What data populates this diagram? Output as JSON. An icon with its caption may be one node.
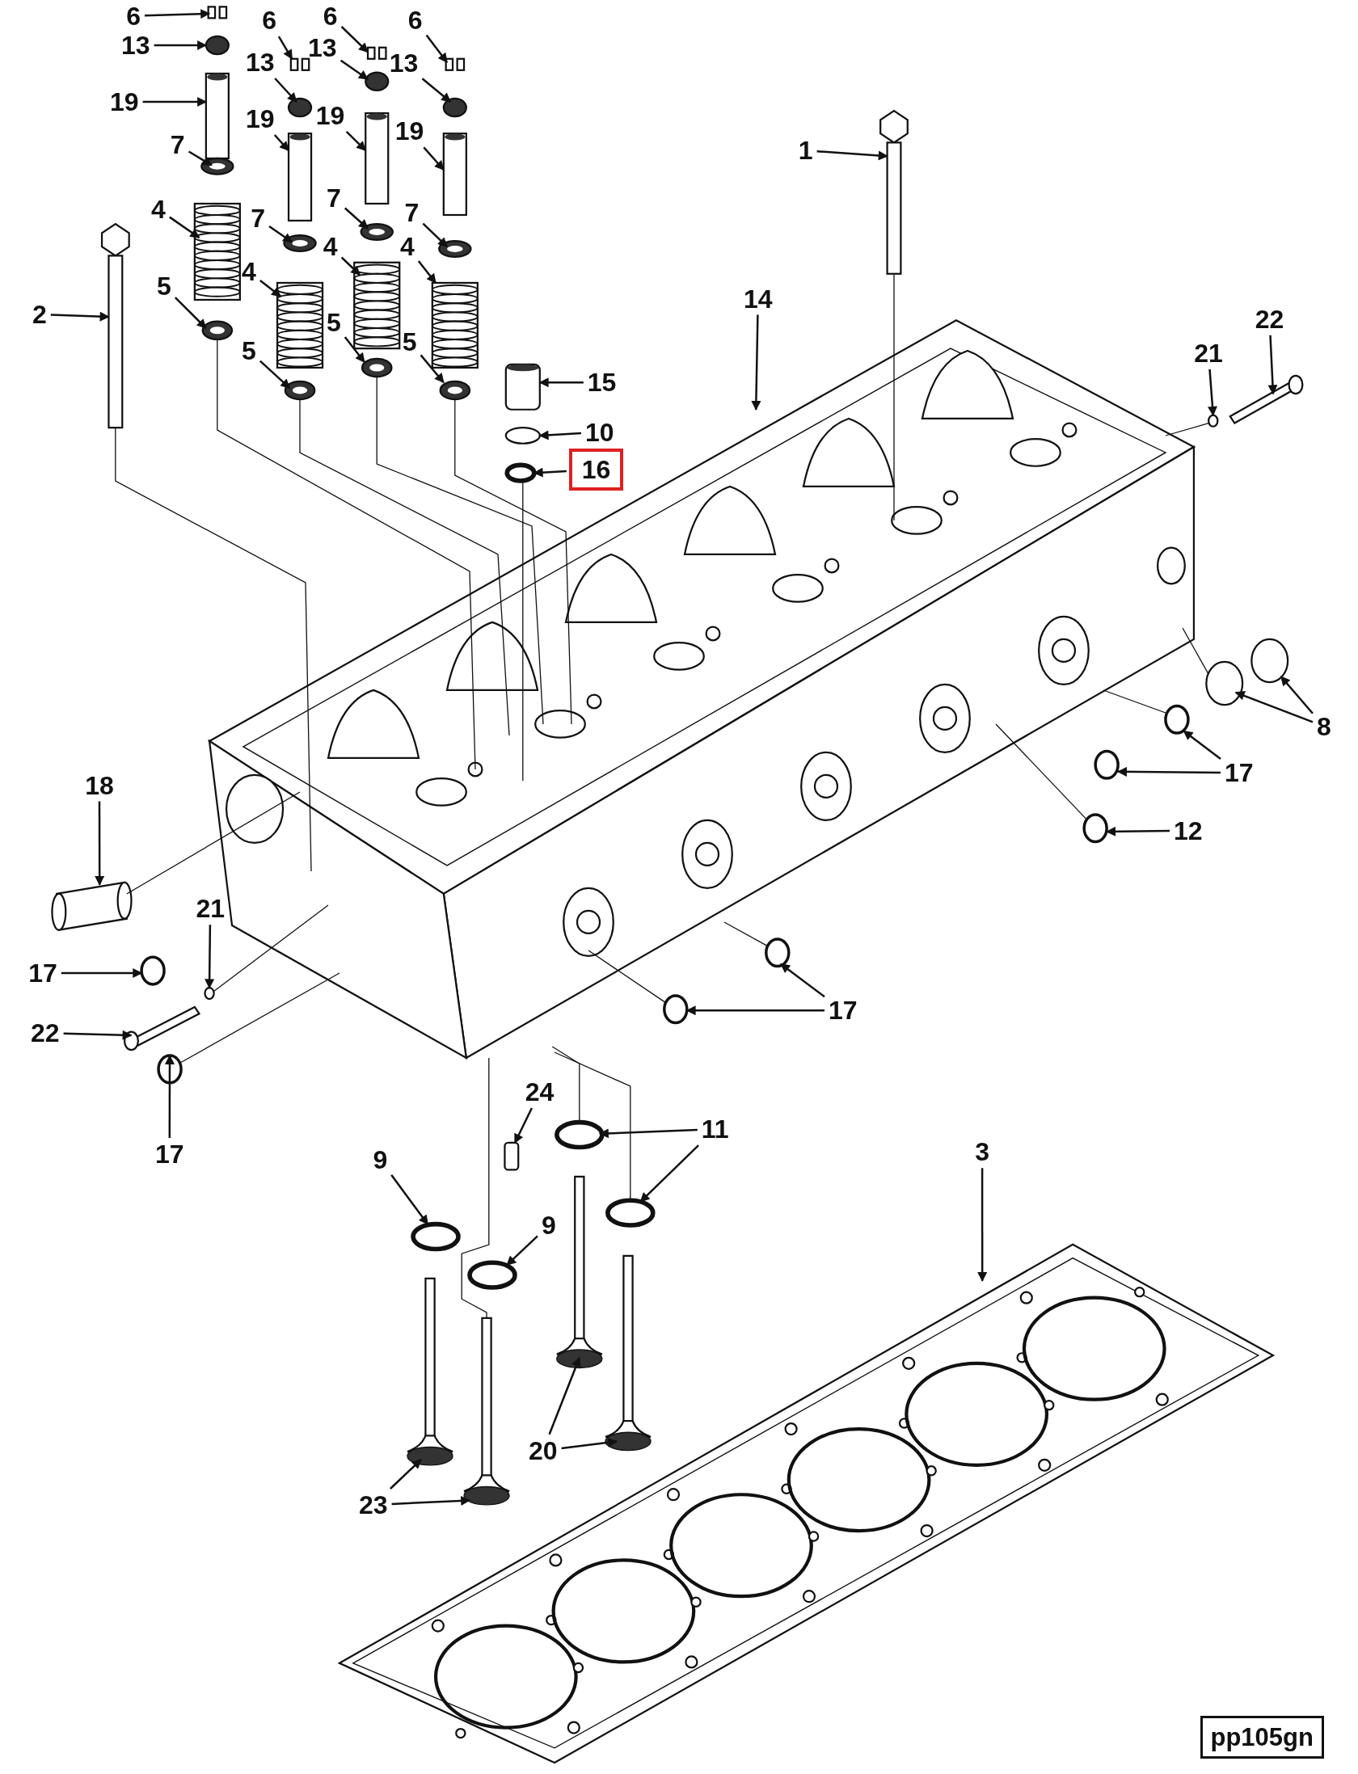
{
  "diagram": {
    "nodes": [
      {
        "text": [
          "6"
        ]
      },
      {
        "text": [
          "6"
        ]
      },
      {
        "text": [
          "6"
        ]
      },
      {
        "text": [
          "6"
        ]
      },
      {
        "text": [
          "13"
        ]
      },
      {
        "text": [
          "13"
        ]
      },
      {
        "text": [
          "13"
        ]
      },
      {
        "text": [
          "13"
        ]
      },
      {
        "text": [
          "19"
        ]
      },
      {
        "text": [
          "19"
        ]
      },
      {
        "text": [
          "19"
        ]
      },
      {
        "text": [
          "19"
        ]
      },
      {
        "text": [
          "1"
        ]
      },
      {
        "text": [
          "7"
        ]
      },
      {
        "text": [
          "7"
        ]
      },
      {
        "text": [
          "7"
        ]
      },
      {
        "text": [
          "7"
        ]
      },
      {
        "text": [
          "4"
        ]
      },
      {
        "text": [
          "4"
        ]
      },
      {
        "text": [
          "4"
        ]
      },
      {
        "text": [
          "4"
        ]
      },
      {
        "text": [
          "2"
        ]
      },
      {
        "text": [
          "5"
        ]
      },
      {
        "text": [
          "5"
        ]
      },
      {
        "text": [
          "5"
        ]
      },
      {
        "text": [
          "5"
        ]
      },
      {
        "text": [
          "14"
        ]
      },
      {
        "text": [
          "22"
        ]
      },
      {
        "text": [
          "21"
        ]
      },
      {
        "text": [
          "15"
        ]
      },
      {
        "text": [
          "10"
        ]
      },
      {
        "text": [
          "16"
        ]
      },
      {
        "text": [
          "8"
        ]
      },
      {
        "text": [
          "17"
        ]
      },
      {
        "text": [
          "18"
        ]
      },
      {
        "text": [
          "12"
        ]
      },
      {
        "text": [
          "21"
        ]
      },
      {
        "text": [
          "17"
        ]
      },
      {
        "text": [
          "17"
        ]
      },
      {
        "text": [
          "22"
        ]
      },
      {
        "text": [
          "17"
        ]
      },
      {
        "text": [
          "24"
        ]
      },
      {
        "text": [
          "11"
        ]
      },
      {
        "text": [
          "9"
        ]
      },
      {
        "text": [
          "9"
        ]
      },
      {
        "text": [
          "3"
        ]
      },
      {
        "text": [
          "20"
        ]
      },
      {
        "text": [
          "23"
        ]
      },
      {
        "text": [
          "pp105gn"
        ]
      },
      {
        "text": [],
        "shape": "picture"
      },
      {
        "text": [],
        "shape": "picture"
      },
      {
        "text": [],
        "shape": "picture"
      },
      {
        "text": [],
        "shape": "picture"
      },
      {
        "text": [],
        "shape": "circle"
      },
      {
        "text": [],
        "shape": "circle"
      },
      {
        "text": [],
        "shape": "circle"
      },
      {
        "text": [],
        "shape": "circle"
      },
      {
        "text": [],
        "shape": "box"
      },
      {
        "text": [],
        "shape": "box"
      },
      {
        "text": [],
        "shape": "box"
      },
      {
        "text": [],
        "shape": "box"
      },
      {
        "text": [],
        "shape": "picture"
      },
      {
        "text": [],
        "shape": "circle"
      },
      {
        "text": [],
        "shape": "circle"
      },
      {
        "text": [],
        "shape": "circle"
      },
      {
        "text": [],
        "shape": "circle"
      },
      {
        "text": [],
        "shape": "picture"
      },
      {
        "text": [],
        "shape": "picture"
      },
      {
        "text": [],
        "shape": "picture"
      },
      {
        "text": [],
        "shape": "picture"
      },
      {
        "text": [],
        "shape": "picture"
      },
      {
        "text": [],
        "shape": "circle"
      },
      {
        "text": [],
        "shape": "circle"
      },
      {
        "text": [],
        "shape": "circle"
      },
      {
        "text": [],
        "shape": "circle"
      },
      {
        "text": [],
        "shape": "picture"
      },
      {
        "text": [],
        "shape": "picture"
      },
      {
        "text": [],
        "shape": "circle"
      },
      {
        "text": [],
        "shape": "box"
      },
      {
        "text": [],
        "shape": "circle"
      },
      {
        "text": [],
        "shape": "circle"
      },
      {
        "text": [],
        "shape": "circle"
      },
      {
        "text": [],
        "shape": "circle"
      },
      {
        "text": [],
        "shape": "circle"
      },
      {
        "text": [],
        "shape": "circle"
      },
      {
        "text": [],
        "shape": "cylinder"
      },
      {
        "text": [],
        "shape": "circle"
      },
      {
        "text": [],
        "shape": "circle"
      },
      {
        "text": [],
        "shape": "circle"
      },
      {
        "text": [],
        "shape": "circle"
      },
      {
        "text": [],
        "shape": "circle"
      },
      {
        "text": [],
        "shape": "picture"
      },
      {
        "text": [],
        "shape": "circle"
      },
      {
        "text": [],
        "shape": "box"
      },
      {
        "text": [],
        "shape": "circle"
      },
      {
        "text": [],
        "shape": "circle"
      },
      {
        "text": [],
        "shape": "circle"
      },
      {
        "text": [],
        "shape": "circle"
      },
      {
        "text": [],
        "shape": "picture"
      },
      {
        "text": [],
        "shape": "picture"
      },
      {
        "text": [],
        "shape": "picture"
      },
      {
        "text": [],
        "shape": "picture"
      },
      {
        "text": [],
        "shape": "picture"
      }
    ],
    "edges": [
      {
        "from": 0,
        "to": 49,
        "arrow": "to"
      },
      {
        "from": 1,
        "to": 50,
        "arrow": "to"
      },
      {
        "from": 2,
        "to": 51,
        "arrow": "to"
      },
      {
        "from": 3,
        "to": 52,
        "arrow": "to"
      },
      {
        "from": 4,
        "to": 53,
        "arrow": "to"
      },
      {
        "from": 5,
        "to": 54,
        "arrow": "to"
      },
      {
        "from": 6,
        "to": 55,
        "arrow": "to"
      },
      {
        "from": 7,
        "to": 56,
        "arrow": "to"
      },
      {
        "from": 8,
        "to": 57,
        "arrow": "to"
      },
      {
        "from": 9,
        "to": 58,
        "arrow": "to"
      },
      {
        "from": 10,
        "to": 59,
        "arrow": "to"
      },
      {
        "from": 11,
        "to": 60,
        "arrow": "to"
      },
      {
        "from": 12,
        "to": 61,
        "arrow": "to"
      },
      {
        "from": 13,
        "to": 62,
        "arrow": "to"
      },
      {
        "from": 14,
        "to": 63,
        "arrow": "to"
      },
      {
        "from": 15,
        "to": 64,
        "arrow": "to"
      },
      {
        "from": 16,
        "to": 65,
        "arrow": "to"
      },
      {
        "from": 17,
        "to": 66,
        "arrow": "to"
      },
      {
        "from": 18,
        "to": 67,
        "arrow": "to"
      },
      {
        "from": 19,
        "to": 68,
        "arrow": "to"
      },
      {
        "from": 20,
        "to": 69,
        "arrow": "to"
      },
      {
        "from": 21,
        "to": 70,
        "arrow": "to"
      },
      {
        "from": 22,
        "to": 71,
        "arrow": "to"
      },
      {
        "from": 23,
        "to": 72,
        "arrow": "to"
      },
      {
        "from": 24,
        "to": 73,
        "arrow": "to"
      },
      {
        "from": 25,
        "to": 74,
        "arrow": "to"
      },
      {
        "from": 26,
        "to": 75,
        "arrow": "to"
      },
      {
        "from": 27,
        "to": 76,
        "arrow": "to"
      },
      {
        "from": 28,
        "to": 77,
        "arrow": "to"
      },
      {
        "from": 29,
        "to": 78,
        "arrow": "to"
      },
      {
        "from": 30,
        "to": 79,
        "arrow": "to"
      },
      {
        "from": 31,
        "to": 80,
        "arrow": "to"
      },
      {
        "from": 32,
        "to": 81,
        "arrow": "to"
      },
      {
        "from": 32,
        "to": 82,
        "arrow": "to"
      },
      {
        "from": 33,
        "to": 83,
        "arrow": "to"
      },
      {
        "from": 33,
        "to": 84,
        "arrow": "to"
      },
      {
        "from": 34,
        "to": 85,
        "arrow": "to"
      },
      {
        "from": 35,
        "to": 86,
        "arrow": "to"
      },
      {
        "from": 36,
        "to": 87,
        "arrow": "to"
      },
      {
        "from": 37,
        "to": 88,
        "arrow": "to"
      },
      {
        "from": 38,
        "to": 89,
        "arrow": "to"
      },
      {
        "from": 38,
        "to": 90,
        "arrow": "to"
      },
      {
        "from": 39,
        "to": 91,
        "arrow": "to"
      },
      {
        "from": 40,
        "to": 92,
        "arrow": "to"
      },
      {
        "from": 41,
        "to": 93,
        "arrow": "to"
      },
      {
        "from": 42,
        "to": 94,
        "arrow": "to"
      },
      {
        "from": 42,
        "to": 95,
        "arrow": "to"
      },
      {
        "from": 43,
        "to": 96,
        "arrow": "to"
      },
      {
        "from": 44,
        "to": 97,
        "arrow": "to"
      },
      {
        "from": 45,
        "to": 98,
        "arrow": "to"
      },
      {
        "from": 46,
        "to": 99,
        "arrow": "to"
      },
      {
        "from": 46,
        "to": 100,
        "arrow": "to"
      },
      {
        "from": 47,
        "to": 101,
        "arrow": "to"
      },
      {
        "from": 47,
        "to": 102,
        "arrow": "to"
      },
      {
        "from": 70,
        "to": 75,
        "arrow": "none"
      },
      {
        "from": 71,
        "to": 75,
        "arrow": "none"
      },
      {
        "from": 72,
        "to": 75,
        "arrow": "none"
      },
      {
        "from": 73,
        "to": 75,
        "arrow": "none"
      },
      {
        "from": 74,
        "to": 75,
        "arrow": "none"
      },
      {
        "from": 80,
        "to": 75,
        "arrow": "none"
      },
      {
        "from": 61,
        "to": 75,
        "arrow": "none"
      },
      {
        "from": 77,
        "to": 75,
        "arrow": "none"
      },
      {
        "from": 85,
        "to": 75,
        "arrow": "none"
      },
      {
        "from": 92,
        "to": 75,
        "arrow": "none"
      },
      {
        "from": 87,
        "to": 75,
        "arrow": "none"
      },
      {
        "from": 81,
        "to": 75,
        "arrow": "none"
      },
      {
        "from": 83,
        "to": 75,
        "arrow": "none"
      },
      {
        "from": 86,
        "to": 75,
        "arrow": "none"
      },
      {
        "from": 89,
        "to": 75,
        "arrow": "none"
      },
      {
        "from": 90,
        "to": 75,
        "arrow": "none"
      },
      {
        "from": 75,
        "to": 102,
        "arrow": "none"
      },
      {
        "from": 94,
        "to": 75,
        "arrow": "none"
      },
      {
        "from": 95,
        "to": 75,
        "arrow": "none"
      }
    ]
  }
}
